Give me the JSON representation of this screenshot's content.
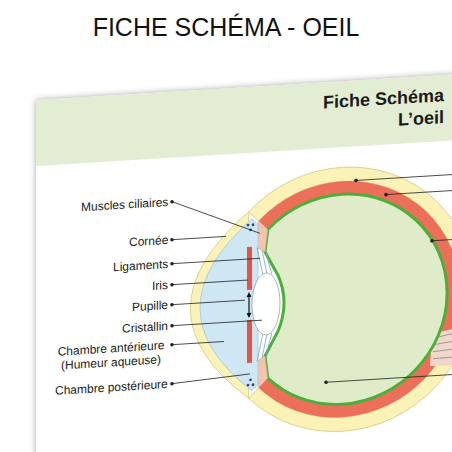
{
  "diagram": {
    "title": "FICHE SCHÉMA - OEIL",
    "nodes": [
      {
        "text": [
          "Fiche Schéma",
          "L’oeil"
        ]
      }
    ],
    "labels": [
      "Muscles ciliaires",
      "Cornée",
      "Ligaments",
      "Iris",
      "Pupille",
      "Cristallin",
      "Chambre antérieure (Humeur aqueuse)",
      "Chambre postérieure"
    ]
  }
}
